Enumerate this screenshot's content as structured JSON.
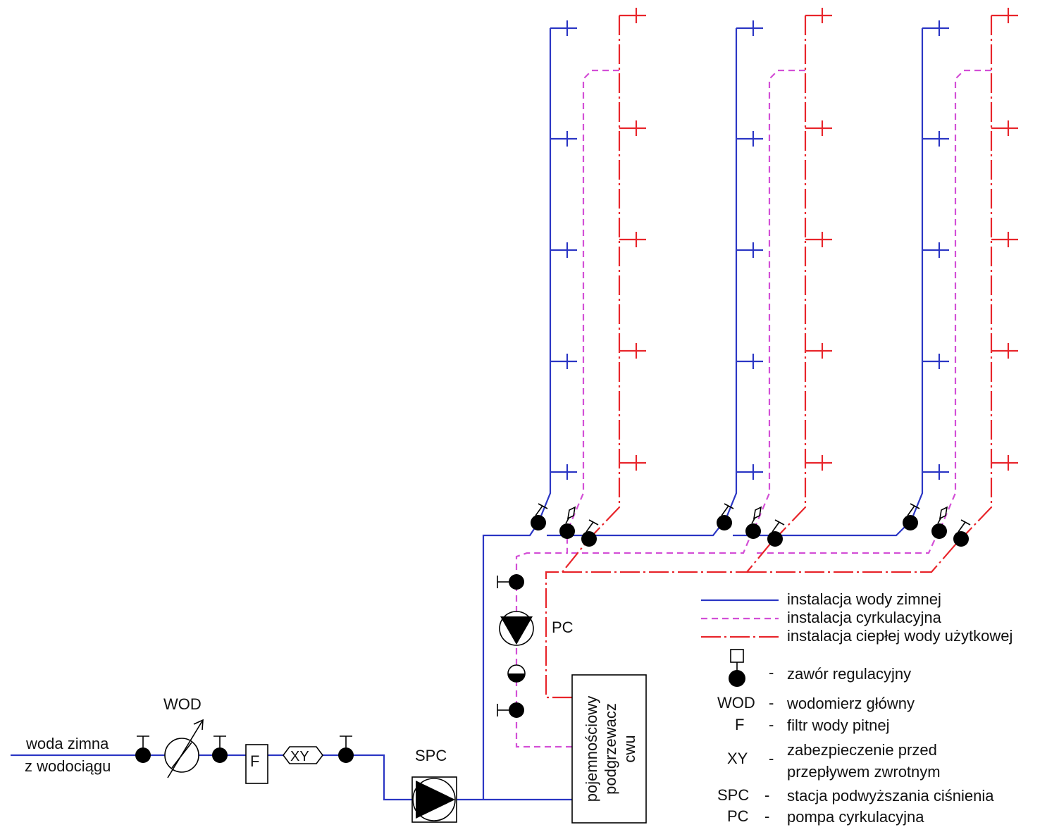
{
  "colors": {
    "cold": "#2b36c4",
    "circulation": "#d34fd6",
    "hot": "#e8252b",
    "symbol": "#000000"
  },
  "inlet": {
    "line1": "woda zimna",
    "line2": "z wodociągu"
  },
  "labels": {
    "wod": "WOD",
    "f": "F",
    "xy": "XY",
    "spc": "SPC",
    "pc": "PC",
    "heater_line1": "pojemnościowy",
    "heater_line2": "podgrzewacz",
    "heater_line3": "cwu"
  },
  "legend": {
    "lines": [
      {
        "text": "instalacja wody zimnej",
        "type": "cold"
      },
      {
        "text": "instalacja cyrkulacyjna",
        "type": "circulation"
      },
      {
        "text": "instalacja ciepłej wody użytkowej",
        "type": "hot"
      }
    ],
    "valve": {
      "dash": "-",
      "text": "zawór regulacyjny"
    },
    "symbols": [
      {
        "code": "WOD",
        "dash": "-",
        "text": "wodomierz główny"
      },
      {
        "code": "F",
        "dash": "-",
        "text": "filtr wody pitnej"
      },
      {
        "code": "XY",
        "dash": "-",
        "text": "zabezpieczenie przed",
        "text2": "przepływem zwrotnym"
      },
      {
        "code": "SPC",
        "dash": "-",
        "text": "stacja podwyższania ciśnienia"
      },
      {
        "code": "PC",
        "dash": "-",
        "text": "pompa cyrkulacyjna"
      }
    ]
  }
}
